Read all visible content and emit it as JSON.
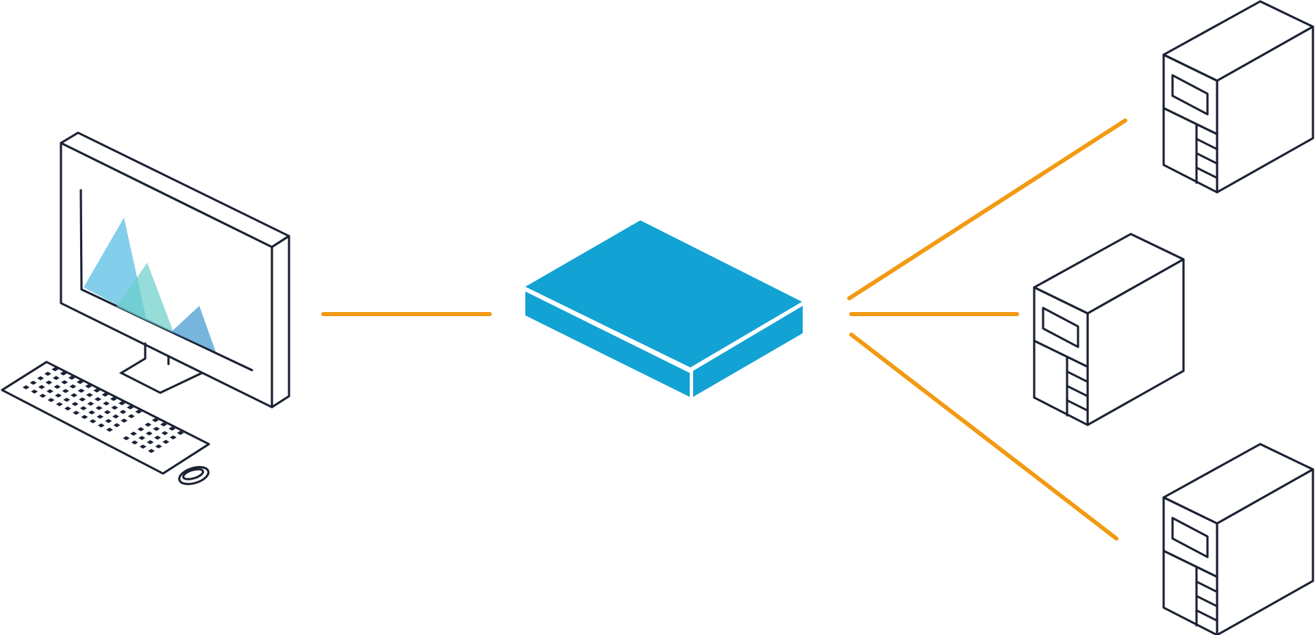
{
  "nodes": {
    "workstation": {
      "icon": "desktop-computer-icon"
    },
    "hub": {
      "icon": "network-switch-icon"
    },
    "servers": [
      {
        "icon": "server-tower-icon"
      },
      {
        "icon": "server-tower-icon"
      },
      {
        "icon": "server-tower-icon"
      }
    ]
  },
  "edges": [
    {
      "from": "workstation",
      "to": "hub"
    },
    {
      "from": "hub",
      "to": "server-1"
    },
    {
      "from": "hub",
      "to": "server-2"
    },
    {
      "from": "hub",
      "to": "server-3"
    }
  ],
  "colors": {
    "connector": "#f29a12",
    "hub_fill": "#12a2d3",
    "outline": "#1b2233",
    "screen_chart": [
      "#4ebbe3",
      "#69cdc9",
      "#3e95cf"
    ]
  }
}
